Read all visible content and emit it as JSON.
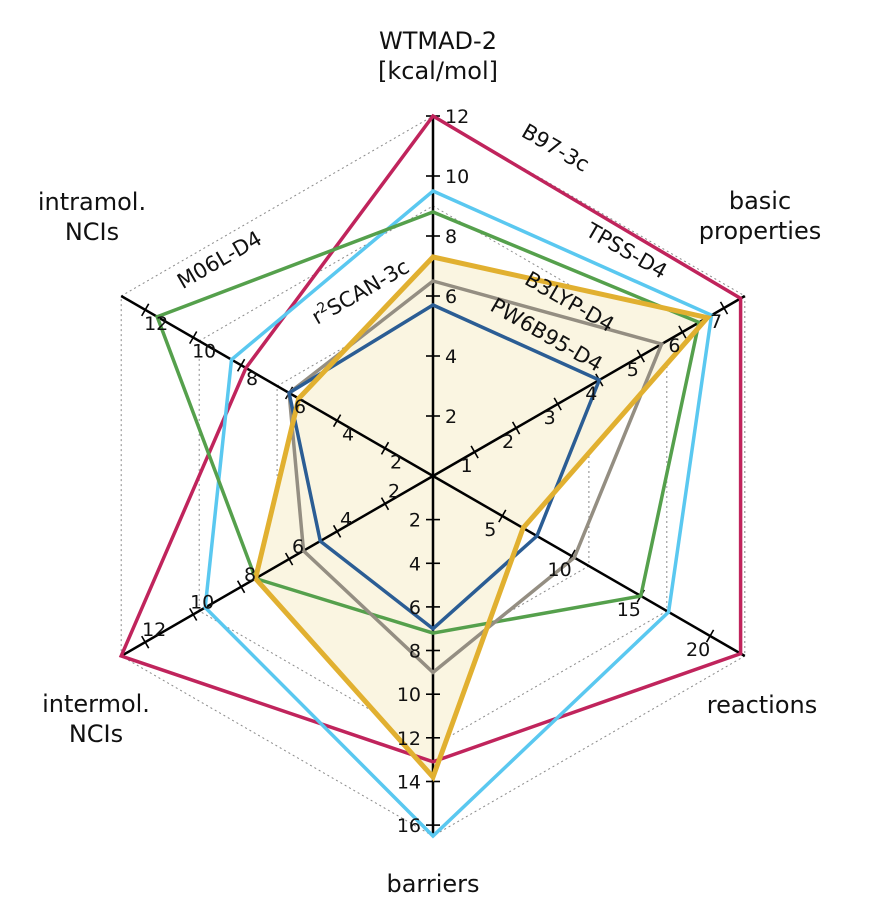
{
  "chart_data": {
    "type": "radar",
    "axes": [
      {
        "title": [
          "WTMAD-2",
          "[kcal/mol]"
        ],
        "max": 12,
        "ticks": [
          2,
          4,
          6,
          8,
          10,
          12
        ]
      },
      {
        "title": [
          "basic",
          "properties"
        ],
        "max": 7.5,
        "ticks": [
          1,
          2,
          3,
          4,
          5,
          6,
          7
        ]
      },
      {
        "title": [
          "reactions"
        ],
        "max": 22.5,
        "ticks": [
          5,
          10,
          15,
          20
        ]
      },
      {
        "title": [
          "barriers"
        ],
        "max": 16.5,
        "ticks": [
          2,
          4,
          6,
          8,
          10,
          12,
          14,
          16
        ]
      },
      {
        "title": [
          "intermol.",
          "NCIs"
        ],
        "max": 13,
        "ticks": [
          2,
          4,
          6,
          8,
          10,
          12
        ]
      },
      {
        "title": [
          "intramol.",
          "NCIs"
        ],
        "max": 13,
        "ticks": [
          2,
          4,
          6,
          8,
          10,
          12
        ]
      }
    ],
    "grid_levels": [
      0.25,
      0.5,
      0.75,
      1.0
    ],
    "series": [
      {
        "name": "B97-3c",
        "color": "#c0245c",
        "fill": false,
        "values": [
          12.0,
          7.4,
          22.2,
          13.1,
          13.0,
          7.8
        ]
      },
      {
        "name": "TPSS-D4",
        "color": "#5ac8f0",
        "fill": false,
        "values": [
          9.5,
          6.7,
          17.0,
          16.5,
          9.5,
          8.4
        ]
      },
      {
        "name": "M06L-D4",
        "color": "#55a04c",
        "fill": false,
        "values": [
          8.8,
          6.4,
          15.0,
          7.2,
          7.4,
          11.5
        ]
      },
      {
        "name": "B3LYP-D4",
        "color": "#948e82",
        "fill": false,
        "values": [
          6.5,
          5.5,
          10.2,
          9.0,
          5.4,
          6.0
        ]
      },
      {
        "name": "PW6B95-D4",
        "color": "#2b5d94",
        "fill": false,
        "values": [
          5.7,
          4.0,
          7.5,
          7.0,
          4.7,
          6.0
        ]
      },
      {
        "name": "r²SCAN-3c",
        "color": "#e1b030",
        "fill": true,
        "fill_color": "#faf5e1",
        "values": [
          7.3,
          6.6,
          6.5,
          13.8,
          7.4,
          5.6
        ]
      }
    ],
    "series_labels": {
      "b97": "B97-3c",
      "tpss": "TPSS-D4",
      "b3lyp": "B3LYP-D4",
      "pw6b95": "PW6B95-D4",
      "m06l": "M06L-D4",
      "r2scan_prefix": "r",
      "r2scan_sup": "2",
      "r2scan_suffix": "SCAN-3c"
    },
    "legend": "none",
    "grid": true
  }
}
